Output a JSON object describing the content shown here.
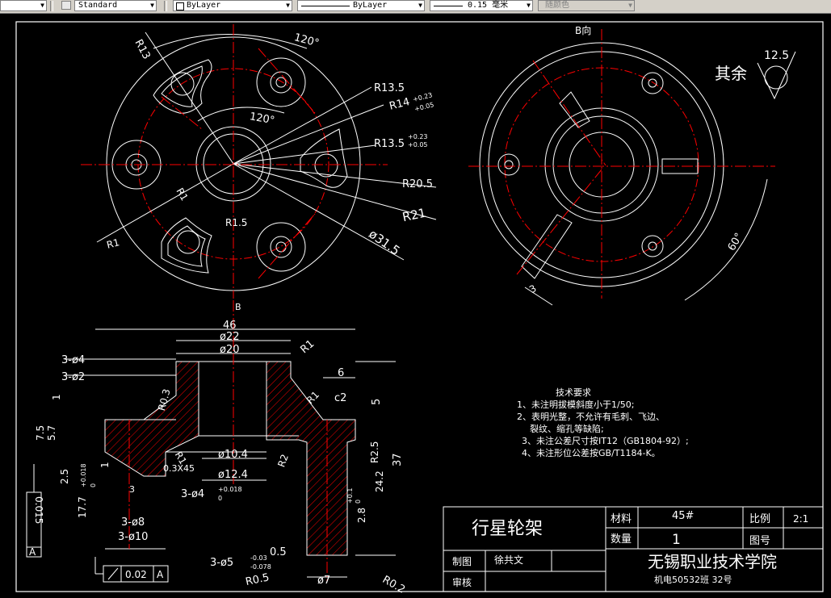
{
  "toolbar": {
    "text_style": "Standard",
    "layer": "ByLayer",
    "linetype": "ByLayer",
    "lineweight": "0.15 毫米",
    "plot_style": "随颜色"
  },
  "colors": {
    "background": "#000000",
    "outline": "#ffffff",
    "centerline": "#ff0000",
    "hatch": "#ff0000"
  },
  "drawing": {
    "view_b_title": "B向",
    "view_b_marker": "B",
    "other_surfaces": "其余",
    "roughness_value": "12.5",
    "front_view_dims": {
      "r13": "R13",
      "angle_top": "120°",
      "angle_mid": "120°",
      "r13_5": "R13.5",
      "r14": "R14",
      "r14_tol_upper": "+0.23",
      "r14_tol_lower": "+0.05",
      "r13_5b": "R13.5",
      "r13_5b_tol_upper": "+0.23",
      "r13_5b_tol_lower": "+0.05",
      "r20_5": "R20.5",
      "r21": "R21",
      "dia31_5": "ø31.5",
      "r1_a": "R1",
      "r1_b": "R1",
      "r1_5": "R1.5"
    },
    "b_view_dims": {
      "angle_60": "60°",
      "width_3": "3"
    },
    "section_dims": {
      "w46": "46",
      "d22": "ø22",
      "d20": "ø20",
      "r1_top": "R1",
      "three_d4": "3-ø4",
      "three_d2": "3-ø2",
      "r0_3": "R0.3",
      "one": "1",
      "seven_five": "7.5",
      "five_seven": "5.7",
      "two_five": "2.5",
      "one_b": "1",
      "r1_left": "R1",
      "chamfer": "0.3X45",
      "d10_4": "ø10.4",
      "d12_4": "ø12.4",
      "r2": "R2",
      "six": "6",
      "r1_right": "R1",
      "c2": "c2",
      "five": "5",
      "thirty_seven": "37",
      "r2_5": "R2.5",
      "h24_2": "24.2",
      "h2_8": "2.8",
      "h2_8_tol": "+0.1",
      "h2_8_tol_lower": "0",
      "three_d4_tol": "3-ø4",
      "three_d4_tol_upper": "+0.018",
      "three_d4_tol_lower": "0",
      "three_d8": "3-ø8",
      "three_d10": "3-ø10",
      "h17_7": "17.7",
      "h17_7_tol_upper": "+0.018",
      "h17_7_tol_lower": "0",
      "three_d5": "3-ø5",
      "three_d5_tol_upper": "-0.03",
      "three_d5_tol_lower": "-0.078",
      "zero_five": "0.5",
      "r0_5": "R0.5",
      "d7": "ø7",
      "r0_2": "R0.2",
      "ra3": "3"
    },
    "gdt": {
      "flatness_value": "0.015",
      "flatness_datum": "A",
      "runout_value": "0.02",
      "runout_datum": "A"
    }
  },
  "notes": {
    "title": "技术要求",
    "lines": [
      "1、未注明拔模斜度小于1/50;",
      "2、表明光整，不允许有毛刺、飞边、",
      "裂纹、缩孔等缺陷;",
      "3、未注公差尺寸按IT12（GB1804-92）;",
      "4、未注形位公差按GB/T1184-K。"
    ]
  },
  "title_block": {
    "part_name": "行星轮架",
    "material_label": "材料",
    "material_value": "45#",
    "scale_label": "比例",
    "scale_value": "2:1",
    "quantity_label": "数量",
    "quantity_value": "1",
    "drawing_no_label": "图号",
    "drawn_label": "制图",
    "drawn_by": "徐共文",
    "checked_label": "审核",
    "school": "无锡职业技术学院",
    "class_info": "机电50532班  32号"
  }
}
